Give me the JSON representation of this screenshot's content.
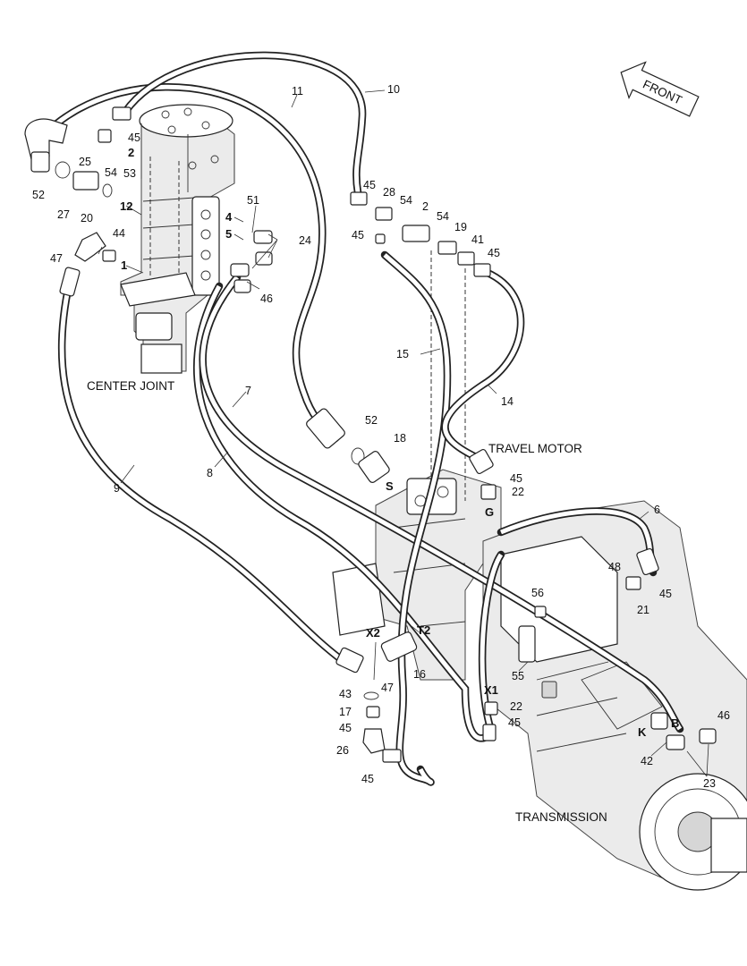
{
  "labels": {
    "center_joint": "CENTER JOINT",
    "travel_motor": "TRAVEL MOTOR",
    "transmission": "TRANSMISSION",
    "front": "FRONT"
  },
  "callouts": [
    {
      "id": "c10",
      "text": "10"
    },
    {
      "id": "c11",
      "text": "11"
    },
    {
      "id": "c45a",
      "text": "45"
    },
    {
      "id": "c2a",
      "text": "2"
    },
    {
      "id": "c25",
      "text": "25"
    },
    {
      "id": "c54a",
      "text": "54"
    },
    {
      "id": "c53",
      "text": "53"
    },
    {
      "id": "c52a",
      "text": "52"
    },
    {
      "id": "c27",
      "text": "27"
    },
    {
      "id": "c12",
      "text": "12"
    },
    {
      "id": "c20",
      "text": "20"
    },
    {
      "id": "c44",
      "text": "44"
    },
    {
      "id": "c47a",
      "text": "47"
    },
    {
      "id": "c1",
      "text": "1"
    },
    {
      "id": "c51",
      "text": "51"
    },
    {
      "id": "c4",
      "text": "4"
    },
    {
      "id": "c5",
      "text": "5"
    },
    {
      "id": "c24",
      "text": "24"
    },
    {
      "id": "c46a",
      "text": "46"
    },
    {
      "id": "c45b",
      "text": "45"
    },
    {
      "id": "c28",
      "text": "28"
    },
    {
      "id": "c54b",
      "text": "54"
    },
    {
      "id": "c2b",
      "text": "2"
    },
    {
      "id": "c54c",
      "text": "54"
    },
    {
      "id": "c19",
      "text": "19"
    },
    {
      "id": "c41",
      "text": "41"
    },
    {
      "id": "c45c",
      "text": "45"
    },
    {
      "id": "c45d",
      "text": "45"
    },
    {
      "id": "c15",
      "text": "15"
    },
    {
      "id": "c14",
      "text": "14"
    },
    {
      "id": "c7",
      "text": "7"
    },
    {
      "id": "c8",
      "text": "8"
    },
    {
      "id": "c9",
      "text": "9"
    },
    {
      "id": "c52b",
      "text": "52"
    },
    {
      "id": "c18",
      "text": "18"
    },
    {
      "id": "cS",
      "text": "S"
    },
    {
      "id": "c45e",
      "text": "45"
    },
    {
      "id": "c22a",
      "text": "22"
    },
    {
      "id": "cG",
      "text": "G"
    },
    {
      "id": "c6",
      "text": "6"
    },
    {
      "id": "c48",
      "text": "48"
    },
    {
      "id": "c45f",
      "text": "45"
    },
    {
      "id": "c21",
      "text": "21"
    },
    {
      "id": "c56",
      "text": "56"
    },
    {
      "id": "cX2",
      "text": "X2"
    },
    {
      "id": "cT2",
      "text": "T2"
    },
    {
      "id": "c16",
      "text": "16"
    },
    {
      "id": "c47b",
      "text": "47"
    },
    {
      "id": "c55",
      "text": "55"
    },
    {
      "id": "c43",
      "text": "43"
    },
    {
      "id": "c17",
      "text": "17"
    },
    {
      "id": "c45g",
      "text": "45"
    },
    {
      "id": "cX1",
      "text": "X1"
    },
    {
      "id": "c22b",
      "text": "22"
    },
    {
      "id": "c45h",
      "text": "45"
    },
    {
      "id": "c26",
      "text": "26"
    },
    {
      "id": "c45i",
      "text": "45"
    },
    {
      "id": "cB",
      "text": "B"
    },
    {
      "id": "c46b",
      "text": "46"
    },
    {
      "id": "cK",
      "text": "K"
    },
    {
      "id": "c42",
      "text": "42"
    },
    {
      "id": "c23",
      "text": "23"
    }
  ]
}
